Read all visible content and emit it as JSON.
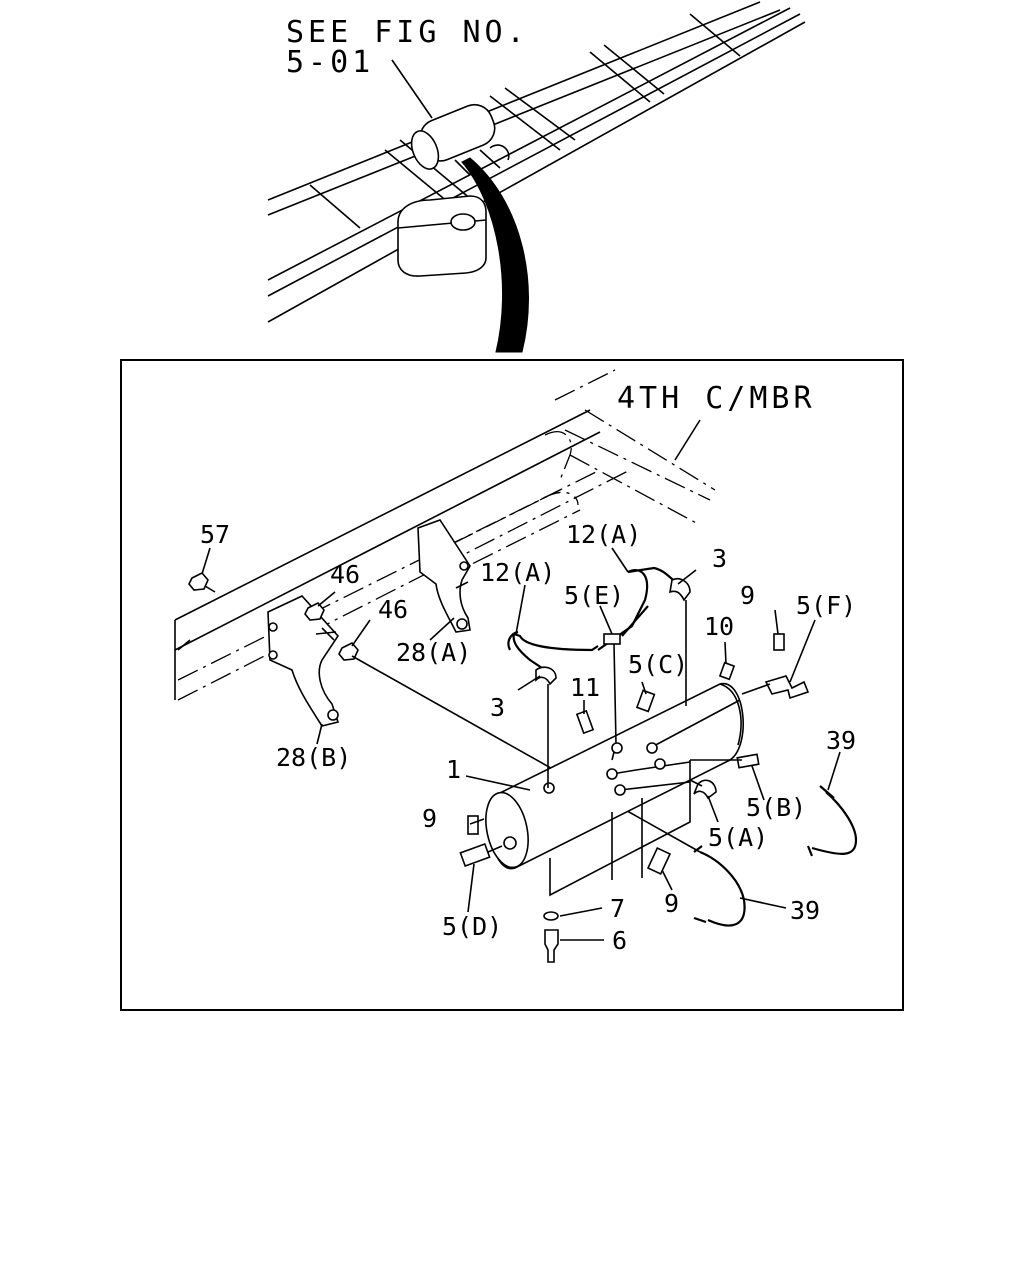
{
  "header": {
    "see_fig_line1": "SEE FIG NO.",
    "see_fig_line2": "5-01"
  },
  "detail": {
    "crossmember_label": "4TH C/MBR"
  },
  "callouts": {
    "c1": "1",
    "c3a": "3",
    "c3b": "3",
    "c5a": "5(A)",
    "c5b": "5(B)",
    "c5c": "5(C)",
    "c5d": "5(D)",
    "c5e": "5(E)",
    "c5f": "5(F)",
    "c6": "6",
    "c7": "7",
    "c9a": "9",
    "c9b": "9",
    "c9c": "9",
    "c10": "10",
    "c11": "11",
    "c12a1": "12(A)",
    "c12a2": "12(A)",
    "c28a": "28(A)",
    "c28b": "28(B)",
    "c39a": "39",
    "c39b": "39",
    "c46a": "46",
    "c46b": "46",
    "c57": "57"
  }
}
